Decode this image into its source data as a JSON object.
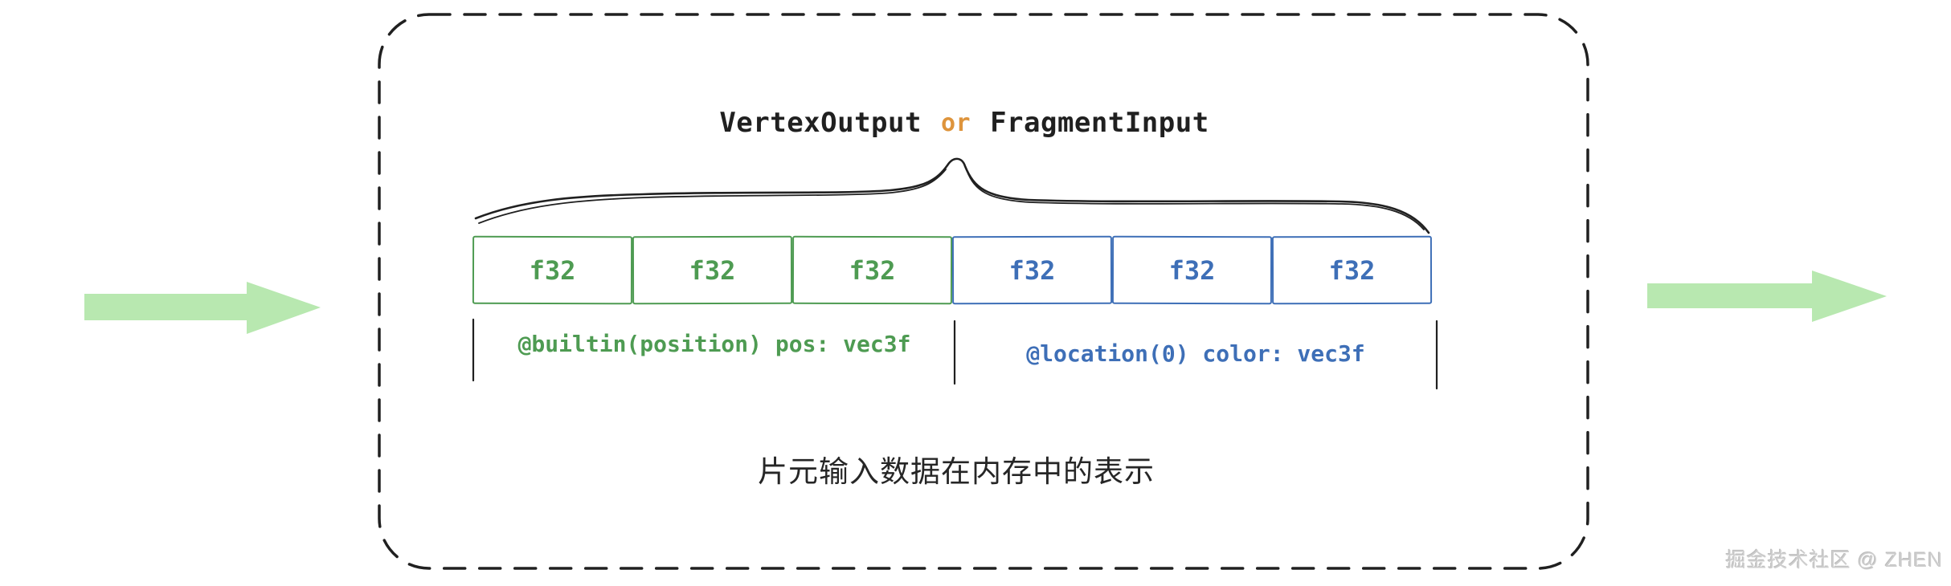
{
  "diagram": {
    "title": {
      "left": "VertexOutput",
      "connector": "or",
      "right": "FragmentInput"
    },
    "cells": [
      {
        "label": "f32",
        "field": "position",
        "color": "#4e9b52"
      },
      {
        "label": "f32",
        "field": "position",
        "color": "#4e9b52"
      },
      {
        "label": "f32",
        "field": "position",
        "color": "#4e9b52"
      },
      {
        "label": "f32",
        "field": "color",
        "color": "#3e6fb7"
      },
      {
        "label": "f32",
        "field": "color",
        "color": "#3e6fb7"
      },
      {
        "label": "f32",
        "field": "color",
        "color": "#3e6fb7"
      }
    ],
    "annotations": {
      "position": "@builtin(position) pos: vec3f",
      "color": "@location(0) color: vec3f"
    },
    "caption": "片元输入数据在内存中的表示",
    "watermark": "掘金技术社区 @ ZHEN",
    "colors": {
      "green": "#4e9b52",
      "blue": "#3e6fb7",
      "orange": "#de943c",
      "ink": "#202020",
      "arrow_green": "#b8e8b0",
      "watermark_gray": "#cdcdcd"
    }
  }
}
